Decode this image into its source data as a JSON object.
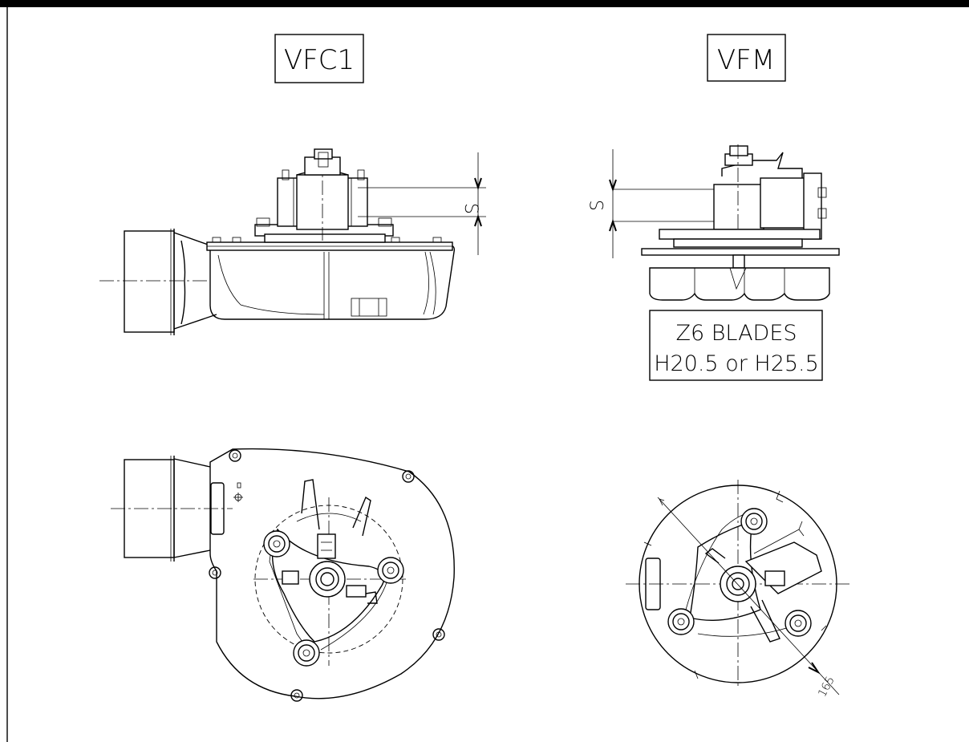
{
  "labels": {
    "vfc1_title": "VFC1",
    "vfm_title": "VFM",
    "dim_s_left": "S",
    "dim_s_right": "S",
    "blades_line1": "Z6 BLADES",
    "blades_line2": "H20.5 or H25.5",
    "dim_radius": "165"
  }
}
